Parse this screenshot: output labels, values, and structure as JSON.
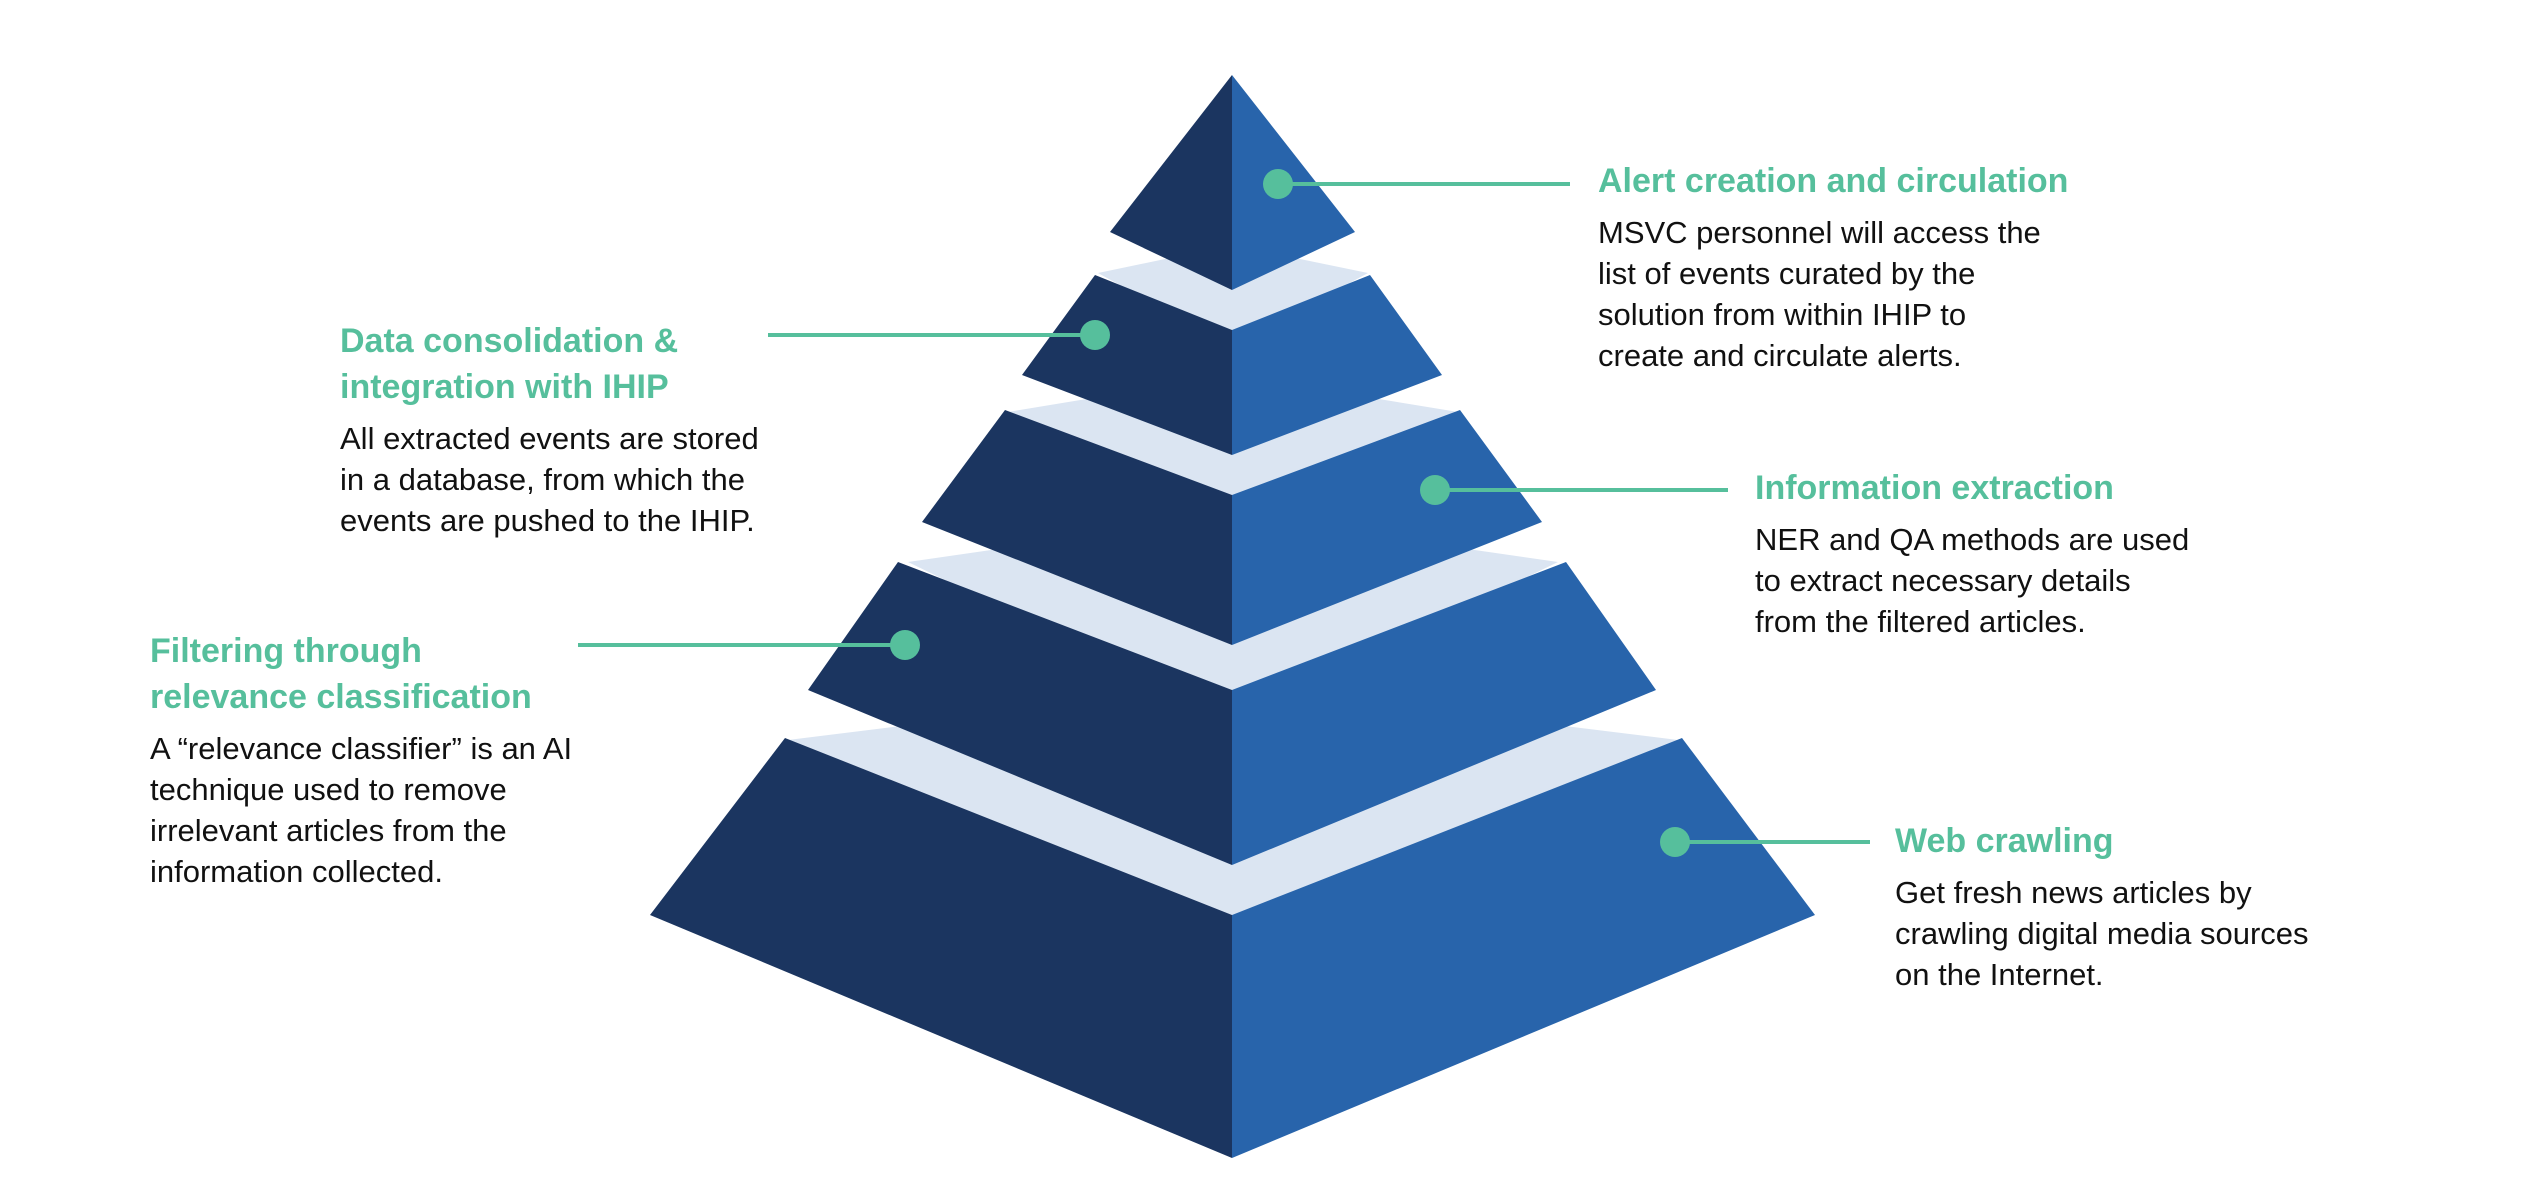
{
  "colors": {
    "left_face": "#1b3560",
    "right_face": "#2864ab",
    "separator": "#dbe5f2",
    "accent": "#56bf9c",
    "text": "#111111"
  },
  "layers": [
    {
      "title": "Alert creation and circulation",
      "description": [
        "MSVC personnel will access the",
        "list of events curated by the",
        "solution from within IHIP to",
        "create and circulate alerts."
      ]
    },
    {
      "title": [
        "Data consolidation &",
        "integration with IHIP"
      ],
      "description": [
        "All extracted events are stored",
        "in a database, from which the",
        "events are pushed to the IHIP."
      ]
    },
    {
      "title": "Information extraction",
      "description": [
        "NER and QA methods are used",
        "to extract necessary details",
        "from the filtered articles."
      ]
    },
    {
      "title": [
        "Filtering through",
        "relevance classification"
      ],
      "description": [
        "A “relevance classifier” is an AI",
        "technique used to remove",
        "irrelevant articles from the",
        "information collected."
      ]
    },
    {
      "title": "Web crawling",
      "description": [
        "Get fresh news articles by",
        "crawling digital media sources",
        "on the Internet."
      ]
    }
  ]
}
